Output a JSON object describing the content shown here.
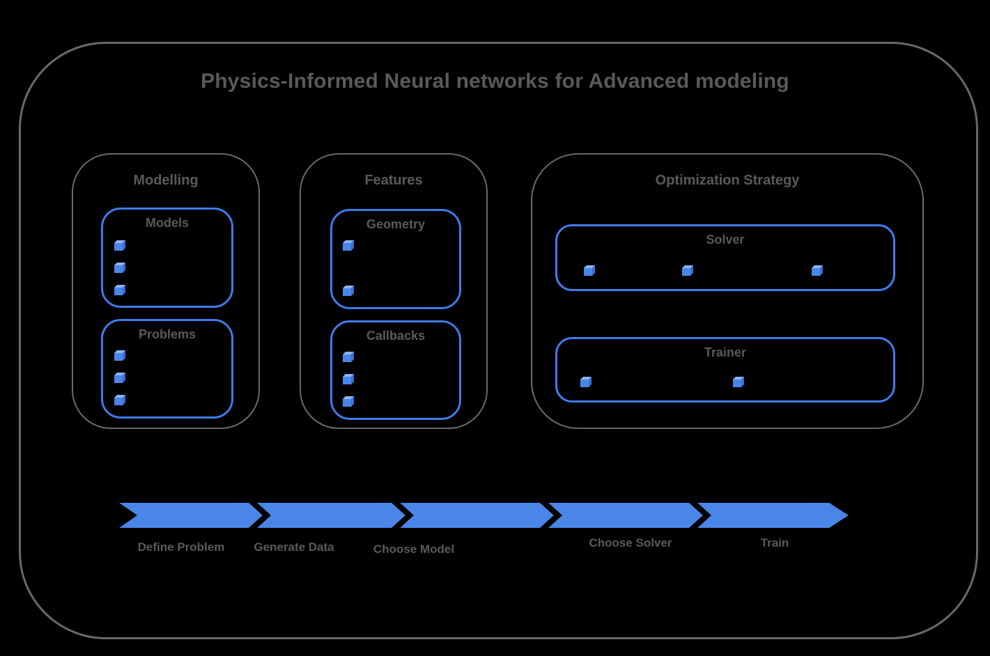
{
  "title": "Physics-Informed Neural networks for Advanced modeling",
  "palette": {
    "background": "#000000",
    "frame_gray": "#6a6a6a",
    "text_gray": "#5a5a5a",
    "accent_blue": "#4a86e8",
    "border_blue": "#3f7ceb",
    "cube_front": "#4a86e8",
    "cube_top": "#8fb3f2",
    "cube_side": "#3a70d8"
  },
  "groups": [
    {
      "label": "Modelling",
      "items": [
        {
          "label": "Models",
          "bullet_count": 3
        },
        {
          "label": "Problems",
          "bullet_count": 3
        }
      ]
    },
    {
      "label": "Features",
      "items": [
        {
          "label": "Geometry",
          "bullet_count": 2
        },
        {
          "label": "Callbacks",
          "bullet_count": 3
        }
      ]
    },
    {
      "label": "Optimization Strategy",
      "items": [
        {
          "label": "Solver",
          "bullet_count": 3
        },
        {
          "label": "Trainer",
          "bullet_count": 2
        }
      ]
    }
  ],
  "pipeline": {
    "steps": [
      "Define Problem",
      "Generate Data",
      "Choose Model",
      "Choose Solver",
      "Train"
    ]
  }
}
